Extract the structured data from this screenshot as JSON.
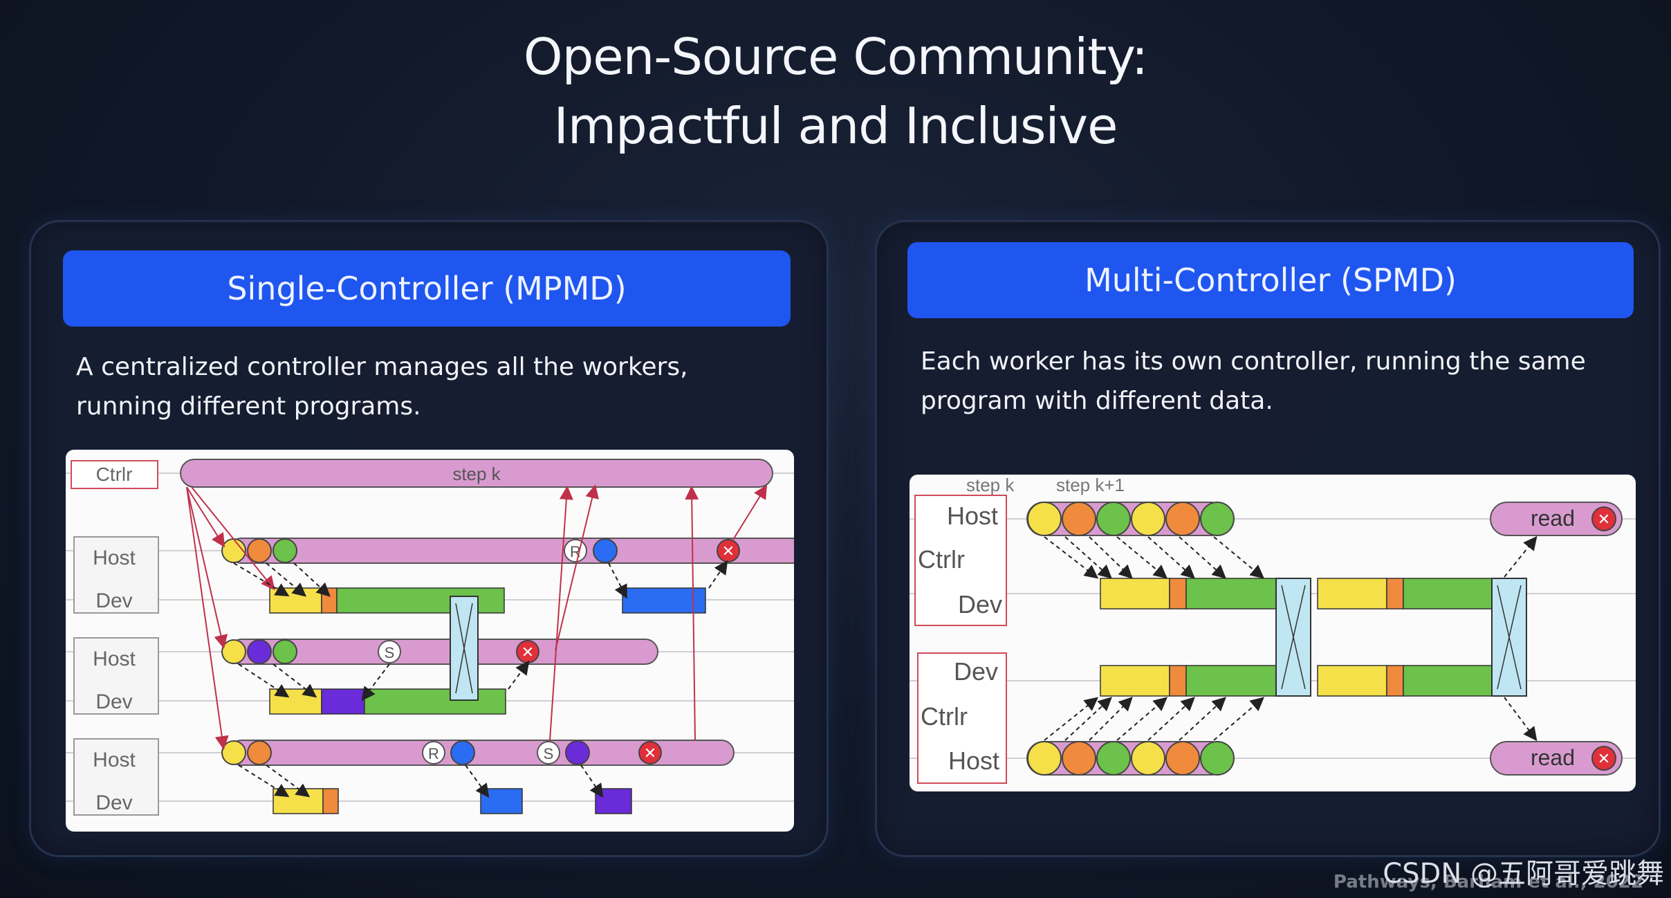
{
  "slide": {
    "title_line1": "Open-Source Community:",
    "title_line2": "Impactful and Inclusive",
    "citation": "Pathways, Barham et al., 2022",
    "watermark": "CSDN @五阿哥爱跳舞"
  },
  "left_panel": {
    "header": "Single-Controller (MPMD)",
    "description": "A centralized controller manages all the workers, running different programs.",
    "diagram": {
      "ctrl_label": "Ctrlr",
      "ctrl_bar_label": "step k",
      "row_labels": [
        "Host",
        "Dev",
        "Host",
        "Dev",
        "Host",
        "Dev"
      ],
      "markers": {
        "receive": "R",
        "send": "S"
      }
    }
  },
  "right_panel": {
    "header": "Multi-Controller (SPMD)",
    "description": "Each worker has its own controller, running the same program with different data.",
    "diagram": {
      "step_labels": [
        "step k",
        "step k+1"
      ],
      "group1_labels": [
        "Host",
        "Ctrlr",
        "Dev"
      ],
      "group2_labels": [
        "Dev",
        "Ctrlr",
        "Host"
      ],
      "read_labels": [
        "read",
        "read"
      ]
    }
  },
  "colors": {
    "header_blue": "#1f56f0",
    "pink_bar": "#d99bcf",
    "yellow": "#f5e04a",
    "orange": "#f08a3c",
    "green": "#6cc24a",
    "blue_op": "#2a6df2",
    "purple_op": "#6a2bd9",
    "allreduce": "#bfe6f2",
    "error_red": "#e0303a"
  }
}
